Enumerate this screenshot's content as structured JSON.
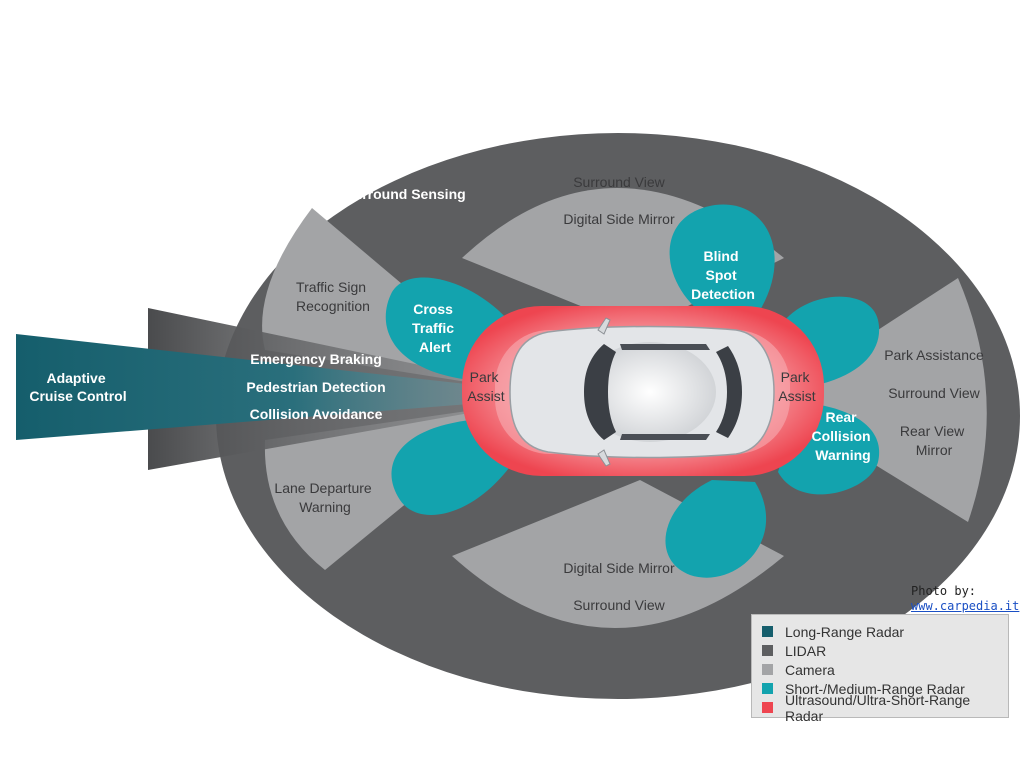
{
  "colors": {
    "long_range_radar": "#155e6c",
    "lidar": "#5d5e60",
    "camera": "#a3a4a6",
    "short_medium_radar": "#13a3ae",
    "ultrasound": "#ee4550",
    "background": "#ffffff"
  },
  "labels": {
    "adaptive_cruise": [
      "Adaptive",
      "Cruise Control"
    ],
    "emergency_braking": "Emergency Braking",
    "pedestrian_detection": "Pedestrian Detection",
    "collision_avoidance": "Collision Avoidance",
    "surround_sensing": "Surround Sensing",
    "surround_view_top": "Surround View",
    "digital_side_mirror_top": "Digital Side Mirror",
    "traffic_sign": [
      "Traffic Sign",
      "Recognition"
    ],
    "lane_departure": [
      "Lane Departure",
      "Warning"
    ],
    "cross_traffic": [
      "Cross",
      "Traffic",
      "Alert"
    ],
    "blind_spot": [
      "Blind",
      "Spot",
      "Detection"
    ],
    "park_assist_front": [
      "Park",
      "Assist"
    ],
    "park_assist_rear": [
      "Park",
      "Assist"
    ],
    "rear_collision": [
      "Rear",
      "Collision",
      "Warning"
    ],
    "park_assistance": "Park Assistance",
    "surround_view_right": "Surround View",
    "rear_view_mirror": [
      "Rear View",
      "Mirror"
    ],
    "digital_side_mirror_bottom": "Digital Side Mirror",
    "surround_view_bottom": "Surround View"
  },
  "credit": {
    "line1": "Photo by:",
    "link": "www.carpedia.it"
  },
  "legend": [
    {
      "label": "Long-Range Radar",
      "color": "#155e6c"
    },
    {
      "label": "LIDAR",
      "color": "#5d5e60"
    },
    {
      "label": "Camera",
      "color": "#a3a4a6"
    },
    {
      "label": "Short-/Medium-Range Radar",
      "color": "#13a3ae"
    },
    {
      "label": "Ultrasound/Ultra-Short-Range Radar",
      "color": "#ee4550"
    }
  ]
}
